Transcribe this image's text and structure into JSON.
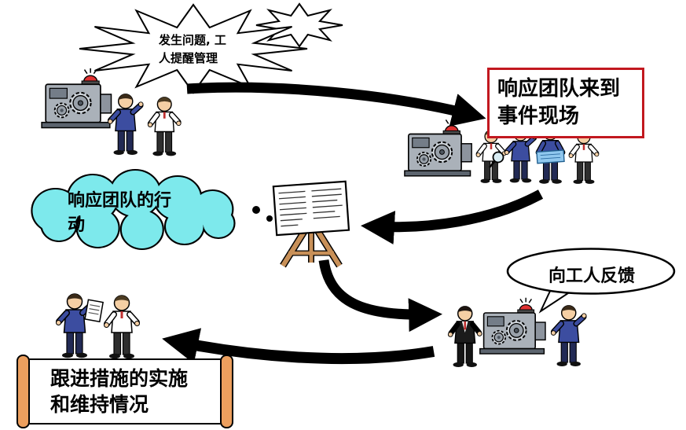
{
  "colors": {
    "cloud_fill": "#7de9ec",
    "box_border": "#c2181f",
    "scroll_roll": "#ec9f5e",
    "arrow": "#000000"
  },
  "burst": {
    "line1": "发生问题, 工",
    "line2": "人提醒管理"
  },
  "response_box": {
    "line1": "响应团队来到",
    "line2": "事件现场"
  },
  "cloud": {
    "line1": "响应团队的行",
    "line2": "动"
  },
  "feedback_bubble": {
    "text": "向工人反馈"
  },
  "scroll": {
    "line1": "跟进措施的实施",
    "line2": "和维持情况"
  }
}
